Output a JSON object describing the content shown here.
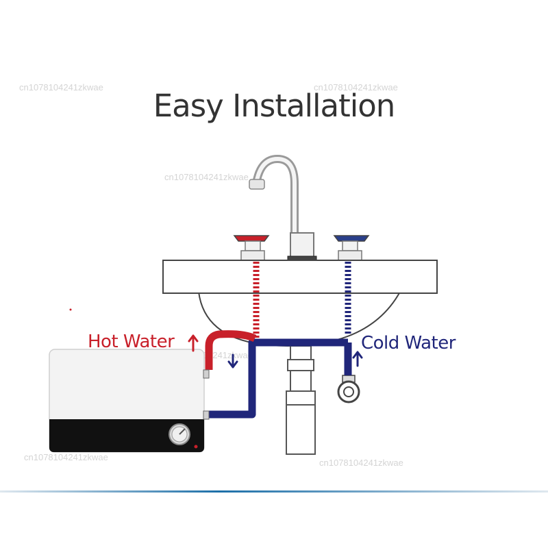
{
  "title": "Easy Installation",
  "labels": {
    "hot_water": "Hot Water",
    "cold_water": "Cold Water"
  },
  "watermark": "cn1078104241zkwae",
  "colors": {
    "hot": "#c8202a",
    "cold": "#20267a",
    "title_text": "#333333",
    "heater_front": "#f2f2f2",
    "heater_base": "#111111",
    "sink": "#ffffff",
    "outline": "#444444",
    "accent_line": "#1c6fa8"
  },
  "icons": {
    "hot_arrow": "arrow-up-icon",
    "cold_arrow": "arrow-up-icon",
    "hot_down_arrow": "arrow-down-icon"
  }
}
